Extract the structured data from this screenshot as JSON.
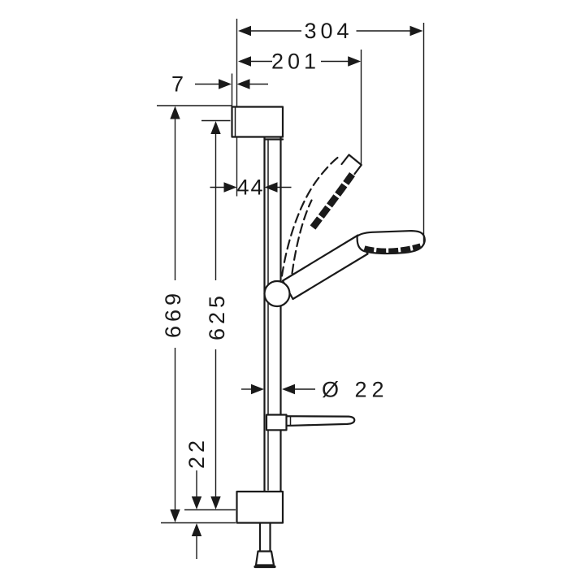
{
  "colors": {
    "line": "#1a1a1a",
    "background": "#ffffff"
  },
  "dimensions": {
    "total_projection": {
      "label": "304"
    },
    "head_projection": {
      "label": "201"
    },
    "cap_offset": {
      "label": "7"
    },
    "wall_to_bar": {
      "label": "44"
    },
    "total_height": {
      "label": "669"
    },
    "bar_length": {
      "label": "625"
    },
    "bar_diameter": {
      "label": "Ø 22"
    },
    "bottom_offset": {
      "label": "22"
    }
  }
}
